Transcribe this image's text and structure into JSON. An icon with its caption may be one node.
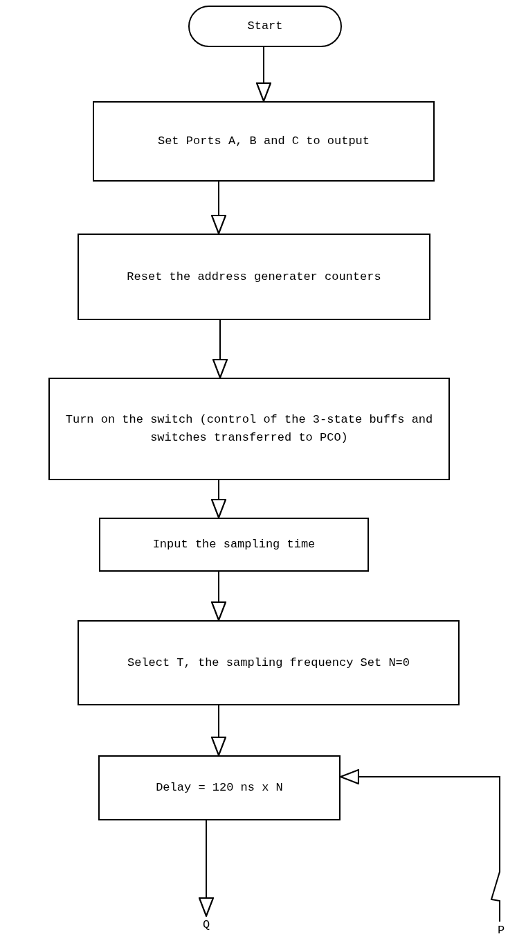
{
  "diagram": {
    "nodes": [
      {
        "text": [
          "Start"
        ]
      },
      {
        "text": [
          "Set Ports A, B and C to output"
        ]
      },
      {
        "text": [
          "Reset the address generater counters"
        ]
      },
      {
        "text": [
          "Turn on the switch (control of the 3-state buffs and switches transferred to PCO)"
        ]
      },
      {
        "text": [
          "Input the sampling time"
        ]
      },
      {
        "text": [
          "Select T, the sampling frequency Set N=0"
        ]
      },
      {
        "text": [
          "Delay = 120 ns x N"
        ]
      },
      {
        "text": [
          "Q"
        ]
      },
      {
        "text": [
          "P"
        ]
      }
    ],
    "edges": [
      {
        "from": 0,
        "to": 1,
        "arrow": "to"
      },
      {
        "from": 1,
        "to": 2,
        "arrow": "to"
      },
      {
        "from": 2,
        "to": 3,
        "arrow": "to"
      },
      {
        "from": 3,
        "to": 4,
        "arrow": "to"
      },
      {
        "from": 4,
        "to": 5,
        "arrow": "to"
      },
      {
        "from": 5,
        "to": 6,
        "arrow": "to"
      },
      {
        "from": 6,
        "to": 7,
        "arrow": "to"
      },
      {
        "from": 8,
        "to": 6,
        "arrow": "to"
      }
    ]
  }
}
